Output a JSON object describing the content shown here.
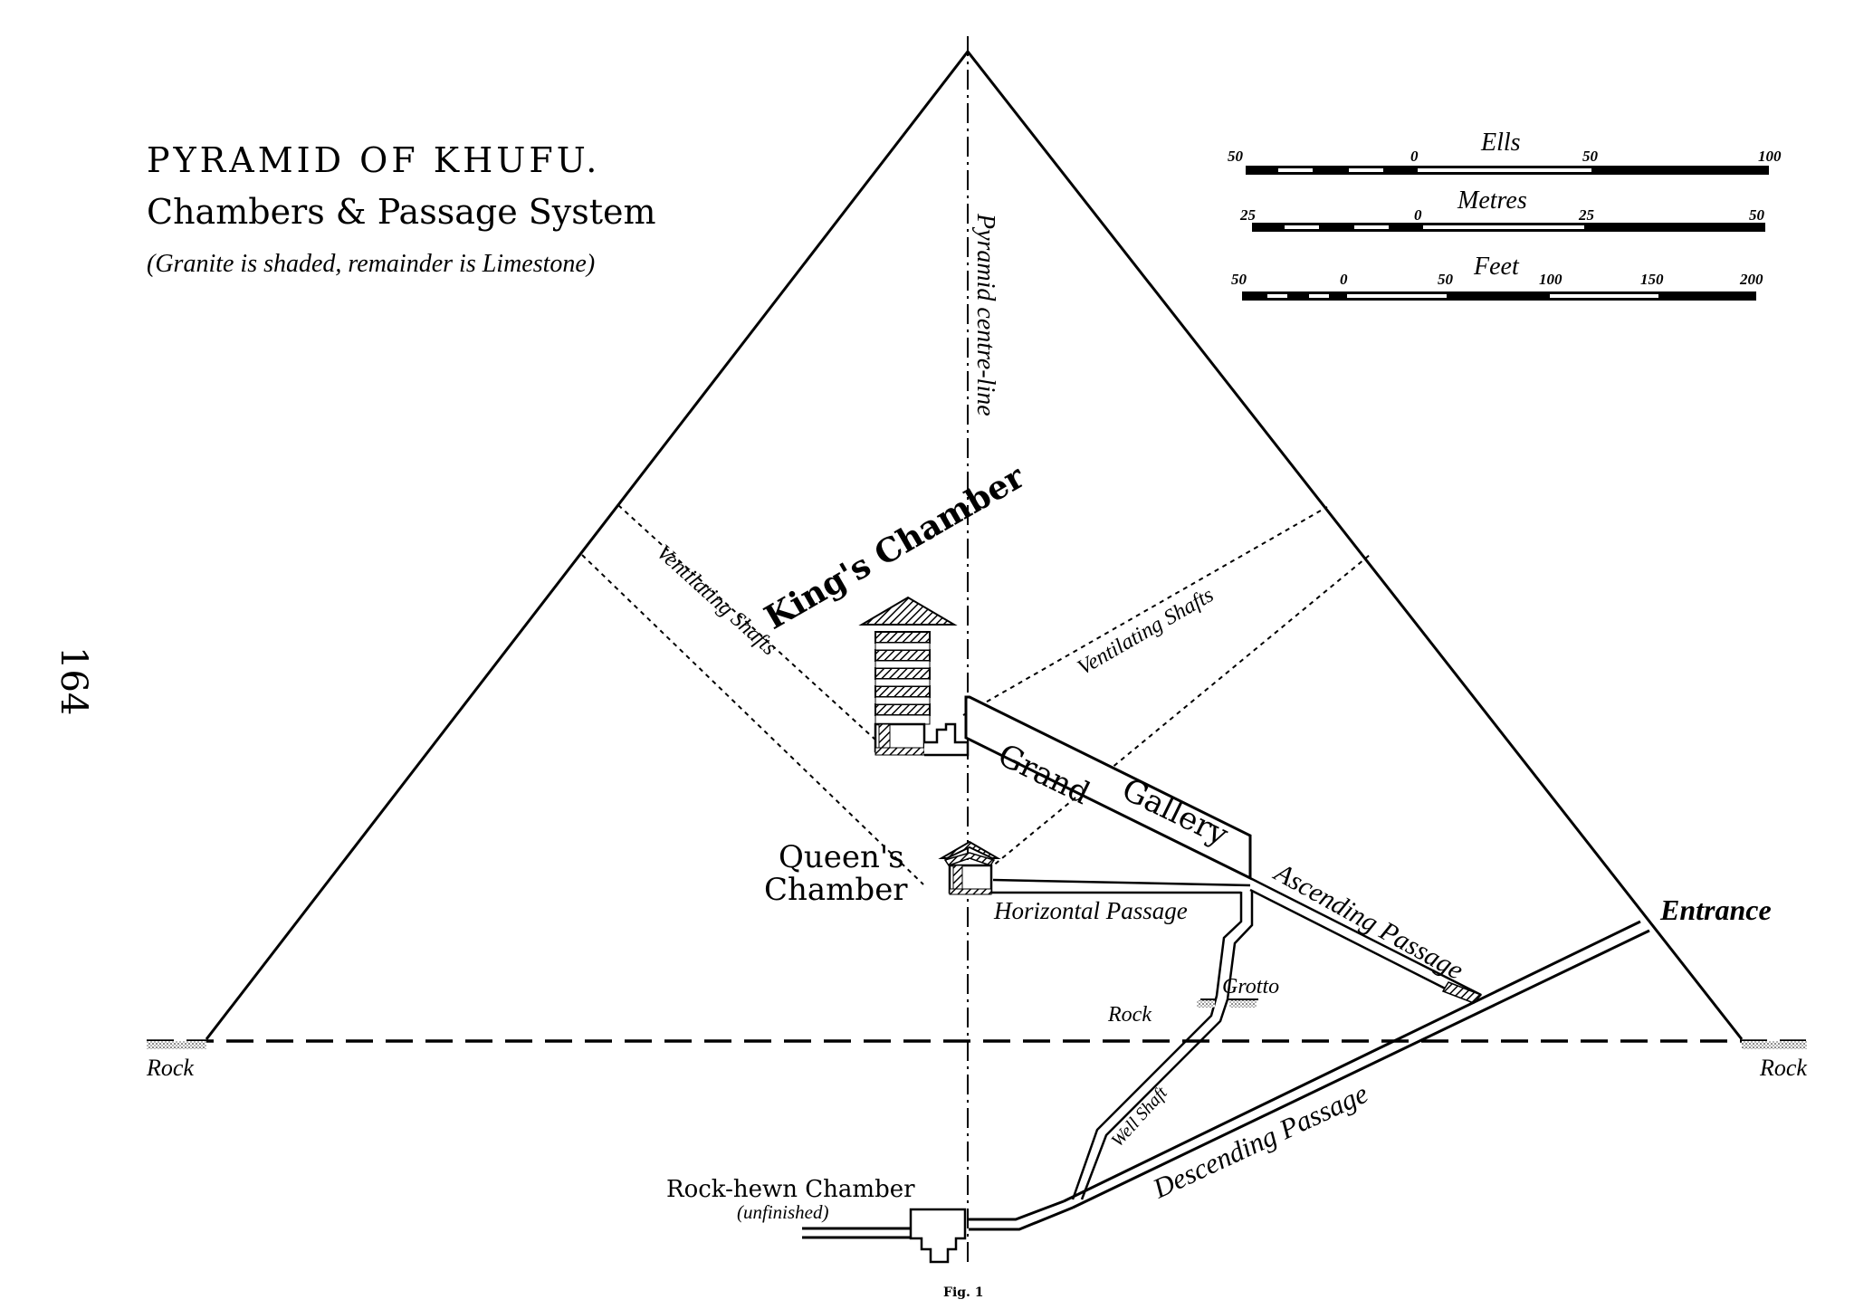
{
  "title": {
    "line1": "PYRAMID OF KHUFU.",
    "line2": "Chambers & Passage System",
    "line3": "(Granite is shaded, remainder is Limestone)"
  },
  "page_number": "164",
  "figure_caption": "Fig. 1",
  "scales": {
    "ells": {
      "name": "Ells",
      "ticks": [
        "50",
        "0",
        "50",
        "100"
      ]
    },
    "metres": {
      "name": "Metres",
      "ticks": [
        "25",
        "0",
        "25",
        "50"
      ]
    },
    "feet": {
      "name": "Feet",
      "ticks": [
        "50",
        "0",
        "50",
        "100",
        "150",
        "200"
      ]
    }
  },
  "labels": {
    "centre_line": "Pyramid centre-line",
    "kings_chamber": "King's Chamber",
    "queens_chamber_1": "Queen's",
    "queens_chamber_2": "Chamber",
    "vent_left": "Ventilating Shafts",
    "vent_right": "Ventilating Shafts",
    "grand": "Grand",
    "gallery": "Gallery",
    "ascending": "Ascending Passage",
    "horizontal": "Horizontal Passage",
    "entrance": "Entrance",
    "grotto": "Grotto",
    "rock_inner": "Rock",
    "rock_left": "Rock",
    "rock_right": "Rock",
    "well_shaft": "Well Shaft",
    "descending": "Descending Passage",
    "rock_hewn": "Rock-hewn Chamber",
    "unfinished": "(unfinished)"
  }
}
